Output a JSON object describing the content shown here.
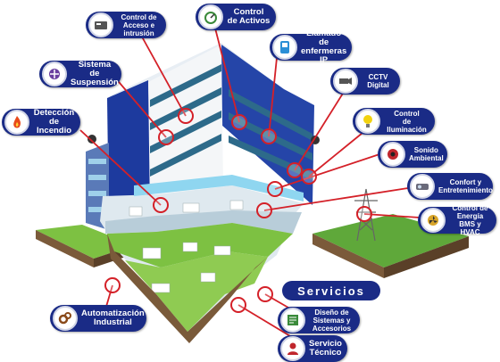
{
  "colors": {
    "pill": "#1a2b86",
    "connector": "#d42028",
    "grass": "#7dc142",
    "glass": "#2d6a8a"
  },
  "labels": {
    "control_acceso": "Control de\nAcceso e\nintrusión",
    "control_activos": "Control\nde Activos",
    "llamado_enfermeras": "Llamado de\nenfermeras IP",
    "sistema_suspension": "Sistema\nde Suspensión",
    "cctv": "CCTV\nDigital",
    "deteccion_incendio": "Detección\nde Incendio",
    "control_iluminacion": "Control\nde Iluminación",
    "sonido_ambiental": "Sonido\nAmbiental",
    "confort": "Confort y\nEntretenimiento",
    "control_energia": "Control de\nEnergía\nBMS y HVAC",
    "servicios": "Servicios",
    "automatizacion": "Automatización\nIndustrial",
    "diseno_sistemas": "Diseño de\nSistemas y\nAccesorios",
    "servicio_tecnico": "Servicio\nTécnico"
  },
  "icons": {
    "control_acceso": "keycard-icon",
    "control_activos": "gauge-icon",
    "llamado_enfermeras": "nurse-call-icon",
    "sistema_suspension": "suspension-icon",
    "cctv": "camera-icon",
    "deteccion_incendio": "fire-icon",
    "control_iluminacion": "lightbulb-icon",
    "sonido_ambiental": "speaker-icon",
    "confort": "projector-icon",
    "control_energia": "fan-icon",
    "automatizacion": "gears-icon",
    "diseno_sistemas": "blueprint-icon",
    "servicio_tecnico": "technician-icon"
  }
}
